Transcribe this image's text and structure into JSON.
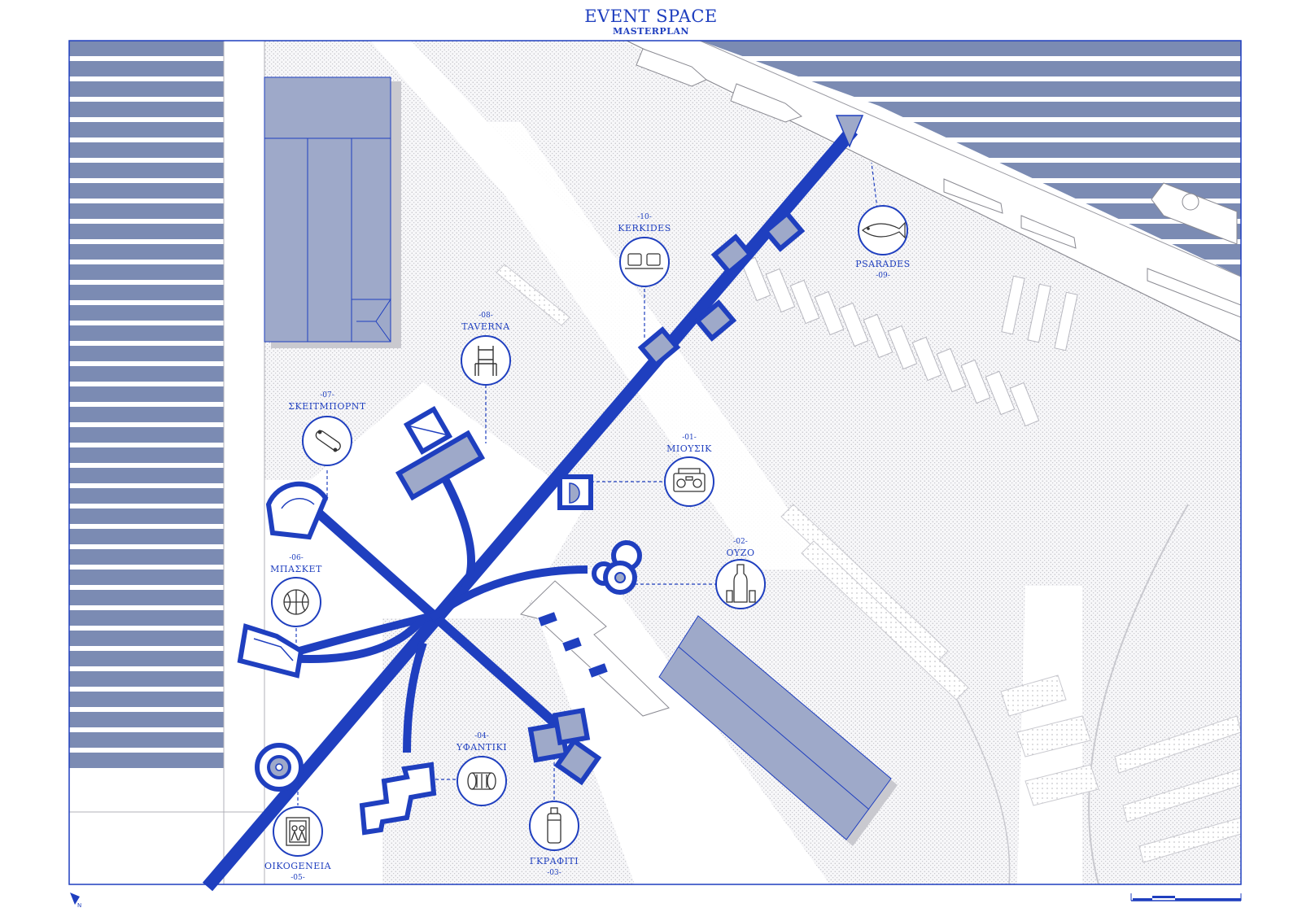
{
  "header": {
    "title": "EVENT SPACE",
    "subtitle": "MASTERPLAN"
  },
  "stations": [
    {
      "id": "miousik",
      "num": "-01-",
      "label": "ΜΙΟΥΣΙΚ",
      "icon": "boombox-icon"
    },
    {
      "id": "ouzo",
      "num": "-02-",
      "label": "ΟΥΖΟ",
      "icon": "ouzo-bottle-icon"
    },
    {
      "id": "grafiti",
      "num": "-03-",
      "label": "ΓΚΡΑΦΙΤΙ",
      "icon": "spray-can-icon"
    },
    {
      "id": "yfantiki",
      "num": "-04-",
      "label": "ΥΦΑΝΤΙΚΙ",
      "icon": "yarn-spool-icon"
    },
    {
      "id": "oikogeneia",
      "num": "-05-",
      "label": "OIKOGENEIA",
      "icon": "family-portrait-icon"
    },
    {
      "id": "basket",
      "num": "-06-",
      "label": "ΜΠΑΣΚΕΤ",
      "icon": "basketball-icon"
    },
    {
      "id": "skate",
      "num": "-07-",
      "label": "ΣΚΕΙΤΜΠΟΡΝΤ",
      "icon": "skateboard-icon"
    },
    {
      "id": "taverna",
      "num": "-08-",
      "label": "TAVERNA",
      "icon": "chair-icon"
    },
    {
      "id": "psarades",
      "num": "-09-",
      "label": "PSARADES",
      "icon": "fish-icon"
    },
    {
      "id": "kerkides",
      "num": "-10-",
      "label": "KERKIDES",
      "icon": "stadium-seats-icon"
    }
  ],
  "colors": {
    "accent": "#1f3fbf",
    "sea": "#7b8bb3",
    "building": "#9ea9c9",
    "paper": "#ffffff"
  },
  "north_arrow": {
    "label": "N"
  }
}
